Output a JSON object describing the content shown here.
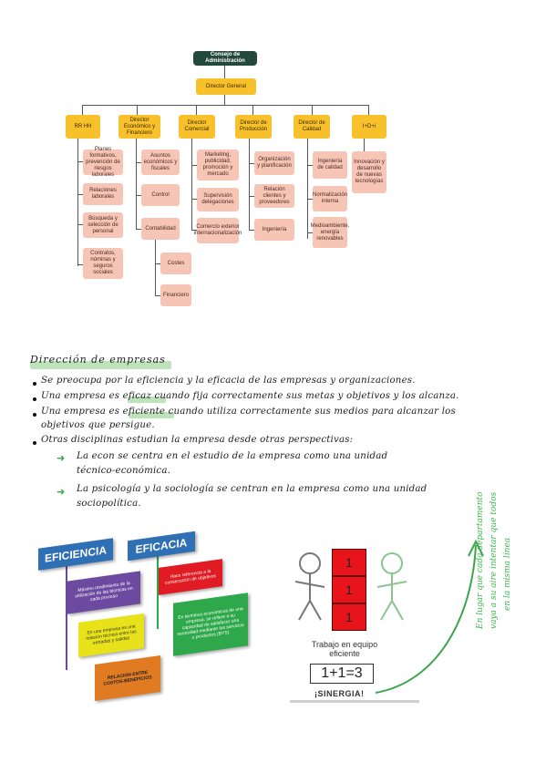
{
  "org_chart": {
    "root": "Consejo de Administración",
    "general": "Director General",
    "departments": [
      {
        "title": "RR HH",
        "items": [
          "Planes formativos, prevención de riesgos laborales",
          "Relaciones laborales",
          "Búsqueda y selección de personal",
          "Contratos, nóminas y seguros sociales"
        ]
      },
      {
        "title": "Director Económico y Financiero",
        "items": [
          "Asuntos económicos y fiscales",
          "Control",
          "Contabilidad"
        ],
        "subitems": [
          "Costes",
          "Financiero"
        ]
      },
      {
        "title": "Director Comercial",
        "items": [
          "Marketing, publicidad, promoción y mercado",
          "Supervisión delegaciones",
          "Comercio exterior internacionalización"
        ]
      },
      {
        "title": "Director de Producción",
        "items": [
          "Organización y planificación",
          "Relación clientes y proveedores",
          "Ingeniería"
        ]
      },
      {
        "title": "Director de Calidad",
        "items": [
          "Ingeniería de calidad",
          "Normalización interna",
          "Medioambiente, energía renovables"
        ]
      },
      {
        "title": "I+D+i",
        "items": [
          "Innovación y desarrollo de nuevas tecnologías"
        ]
      }
    ]
  },
  "notes": {
    "title": "Dirección de empresas",
    "bullets": [
      "Se preocupa por la eficiencia y la eficacia de las empresas y organizaciones.",
      "Una empresa es eficaz cuando fija correctamente sus metas y objetivos y los alcanza.",
      "Una empresa es eficiente cuando utiliza correctamente sus medios para alcanzar los",
      "Otras disciplinas estudian la empresa desde otras perspectivas:"
    ],
    "bullet3_cont": "objetivos que persigue.",
    "arrows": [
      "La econ se centra en el estudio de la empresa como una unidad",
      "La psicología y la sociología se centran en la empresa como una unidad"
    ],
    "arrow1_cont": "técnico-económica.",
    "arrow2_cont": "sociopolítica."
  },
  "infographic": {
    "eficiencia": "EFICIENCIA",
    "eficacia": "EFICACIA",
    "cards_left": [
      "Máximo rendimiento de la utilización de las técnicas en cada proceso",
      "En una empresa es una relación técnica entre las entradas y salidas",
      "RELACION ENTRE COSTOS-BENEFICIOS"
    ],
    "cards_right": [
      "Hace referencia a la consecución de objetivos",
      "En términos económicos de una empresa, se refiere a su capacidad de satisfacer una necesidad mediante los servicios o productos (BYS)"
    ],
    "colors": {
      "blue": "#2f6fb3",
      "red": "#e11b23",
      "yellow": "#e8e21a",
      "orange": "#e07b22",
      "purple": "#6b4aa0",
      "green": "#2ea84a"
    }
  },
  "synergy": {
    "cells": [
      "1",
      "1",
      "1"
    ],
    "caption": "Trabajo en equipo eficiente",
    "equation": "1+1=3",
    "label": "¡SINERGIA!",
    "note_lines": [
      "En lugar que cada departamento",
      "vaya a su aire intentar que todos",
      "en la misma línea"
    ]
  }
}
